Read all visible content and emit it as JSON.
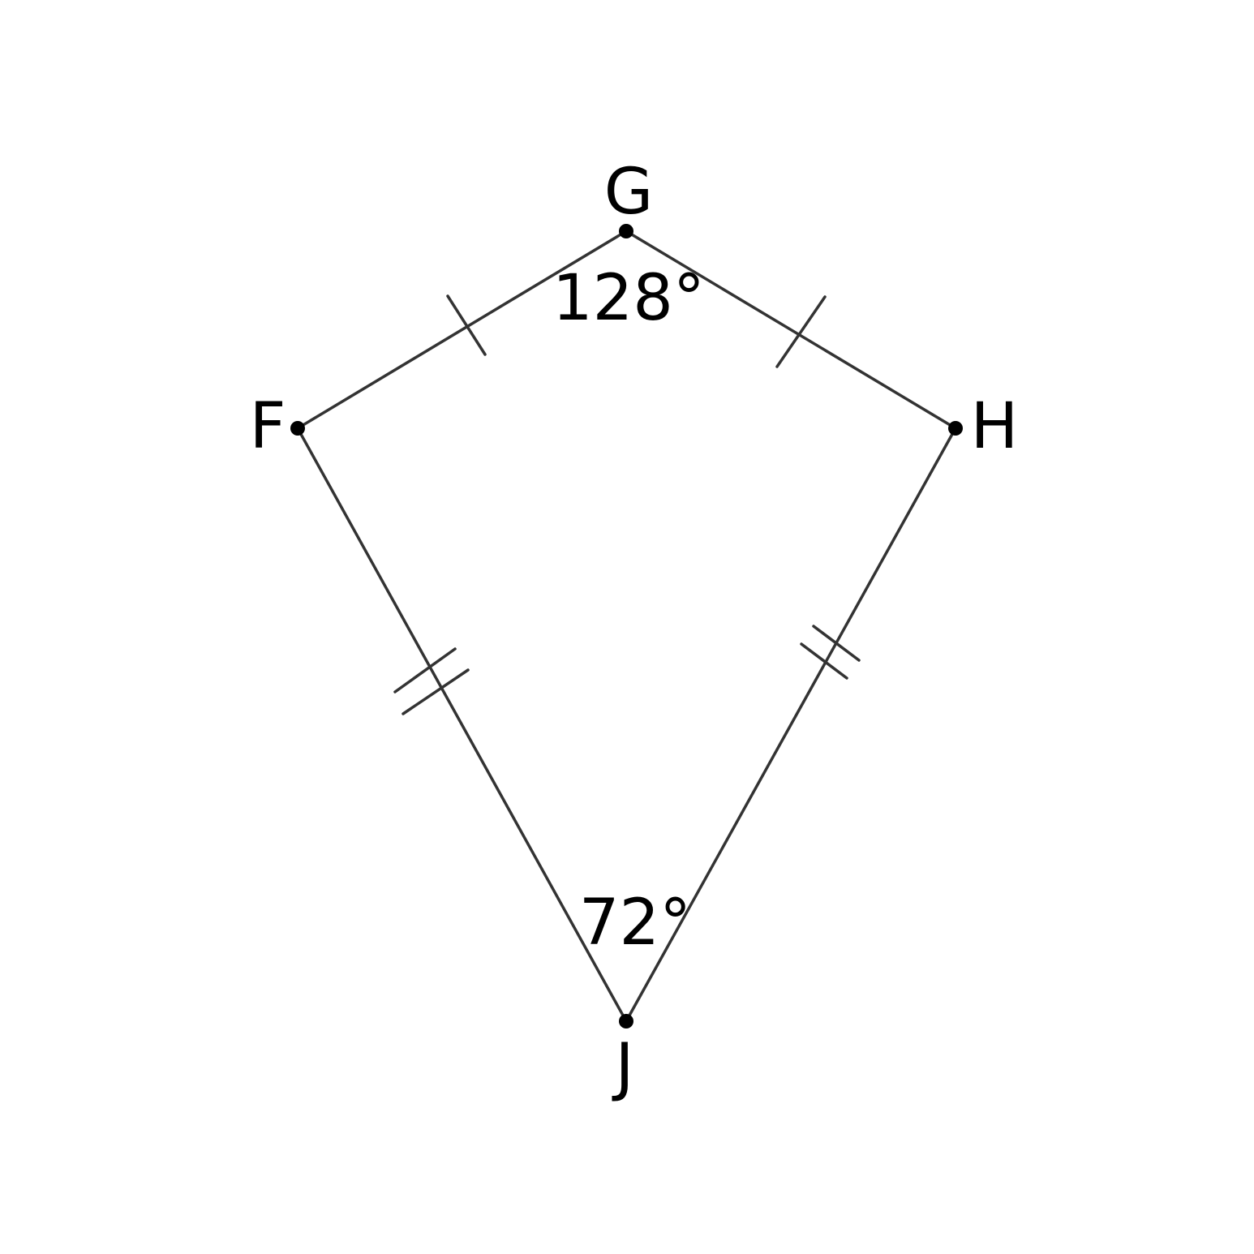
{
  "figure": {
    "shape": "kite",
    "vertices": {
      "G": "G",
      "F": "F",
      "H": "H",
      "J": "J"
    },
    "angles": {
      "G": "128°",
      "J": "72°"
    },
    "congruence_marks": {
      "FG": 1,
      "GH": 1,
      "FJ": 2,
      "HJ": 2
    },
    "colors": {
      "stroke": "#333333",
      "vertex": "#000000",
      "text": "#000000",
      "background": "#ffffff"
    }
  }
}
